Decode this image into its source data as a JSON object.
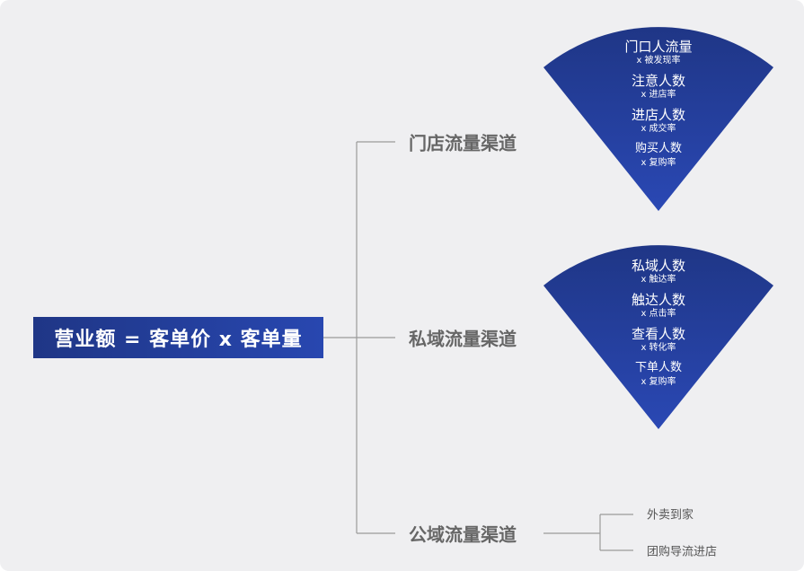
{
  "root": "营业额 = 客单价 x 客单量",
  "branches": [
    {
      "label": "门店流量渠道",
      "funnel": [
        {
          "t": "门口人流量",
          "s": "x 被发现率"
        },
        {
          "t": "注意人数",
          "s": "x 进店率"
        },
        {
          "t": "进店人数",
          "s": "x 成交率"
        },
        {
          "t": "购买人数",
          "s": "x 复购率"
        }
      ]
    },
    {
      "label": "私域流量渠道",
      "funnel": [
        {
          "t": "私域人数",
          "s": "x 触达率"
        },
        {
          "t": "触达人数",
          "s": "x 点击率"
        },
        {
          "t": "查看人数",
          "s": "x 转化率"
        },
        {
          "t": "下单人数",
          "s": "x 复购率"
        }
      ]
    },
    {
      "label": "公域流量渠道",
      "leaves": [
        "外卖到家",
        "团购导流进店"
      ]
    }
  ],
  "colors": {
    "fan_top": "#1f3686",
    "fan_bottom": "#2a48b4",
    "line": "#999999"
  }
}
